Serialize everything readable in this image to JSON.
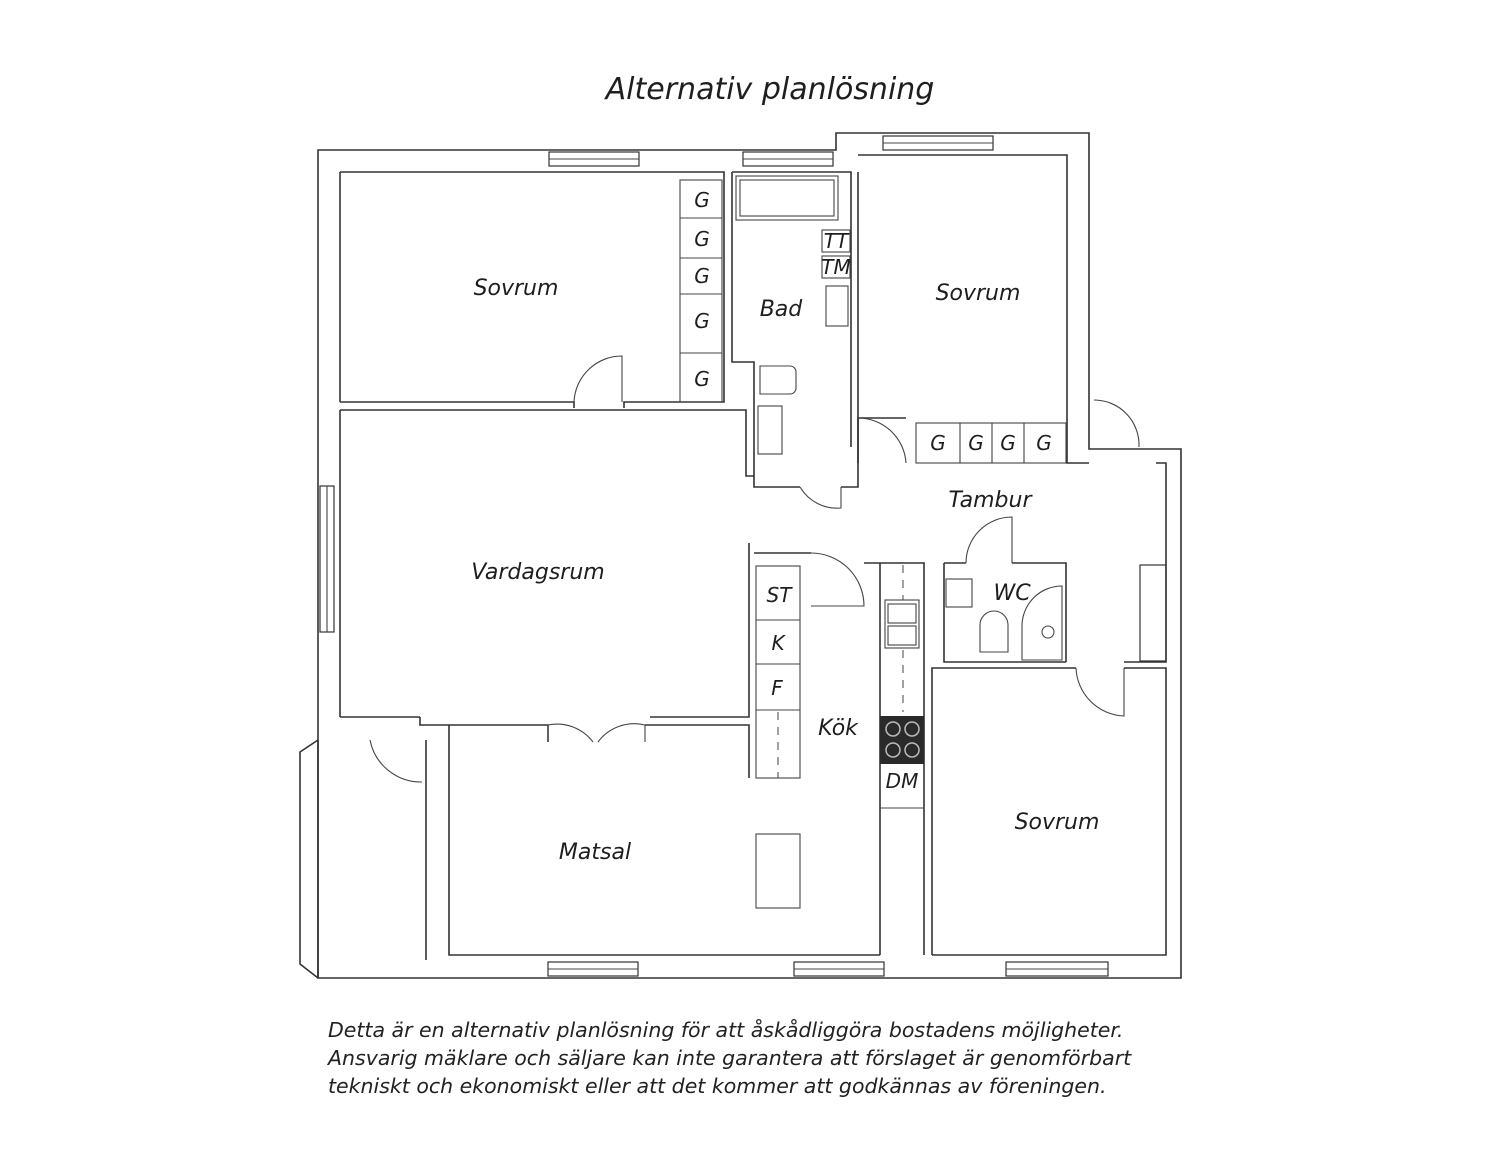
{
  "title": "Alternativ planlösning",
  "rooms": {
    "sovrum_1": "Sovrum",
    "bad": "Bad",
    "sovrum_2": "Sovrum",
    "vardagsrum": "Vardagsrum",
    "tambur": "Tambur",
    "wc": "WC",
    "kok": "Kök",
    "matsal": "Matsal",
    "sovrum_3": "Sovrum"
  },
  "fixtures": {
    "g": "G",
    "tt": "TT",
    "tm": "TM",
    "st": "ST",
    "k": "K",
    "f": "F",
    "dm": "DM"
  },
  "disclaimer": [
    "Detta är en alternativ planlösning för att åskådliggöra bostadens möjligheter.",
    "Ansvarig mäklare och säljare kan inte garantera att förslaget är genomförbart",
    "tekniskt och ekonomiskt eller att det kommer att godkännas av föreningen."
  ]
}
